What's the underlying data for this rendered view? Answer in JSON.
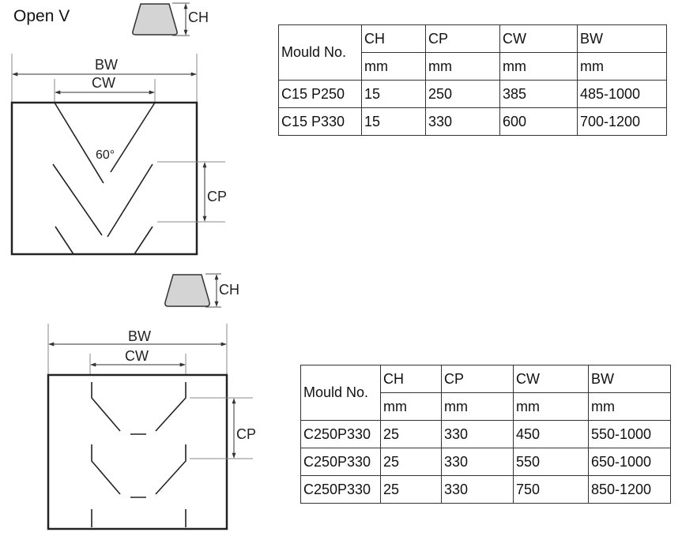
{
  "title": "Open V",
  "labels": {
    "ch": "CH",
    "cp": "CP",
    "cw": "CW",
    "bw": "BW",
    "angle": "60°"
  },
  "table1": {
    "header_mould": "Mould No.",
    "columns": [
      "CH",
      "CP",
      "CW",
      "BW"
    ],
    "units": [
      "mm",
      "mm",
      "mm",
      "mm"
    ],
    "rows": [
      [
        "C15 P250",
        "15",
        "250",
        "385",
        "485-1000"
      ],
      [
        "C15 P330",
        "15",
        "330",
        "600",
        "700-1200"
      ]
    ]
  },
  "table2": {
    "header_mould": "Mould No.",
    "columns": [
      "CH",
      "CP",
      "CW",
      "BW"
    ],
    "units": [
      "mm",
      "mm",
      "mm",
      "mm"
    ],
    "rows": [
      [
        "C250P330",
        "25",
        "330",
        "450",
        "550-1000"
      ],
      [
        "C250P330",
        "25",
        "330",
        "550",
        "650-1000"
      ],
      [
        "C250P330",
        "25",
        "330",
        "750",
        "850-1200"
      ]
    ]
  }
}
